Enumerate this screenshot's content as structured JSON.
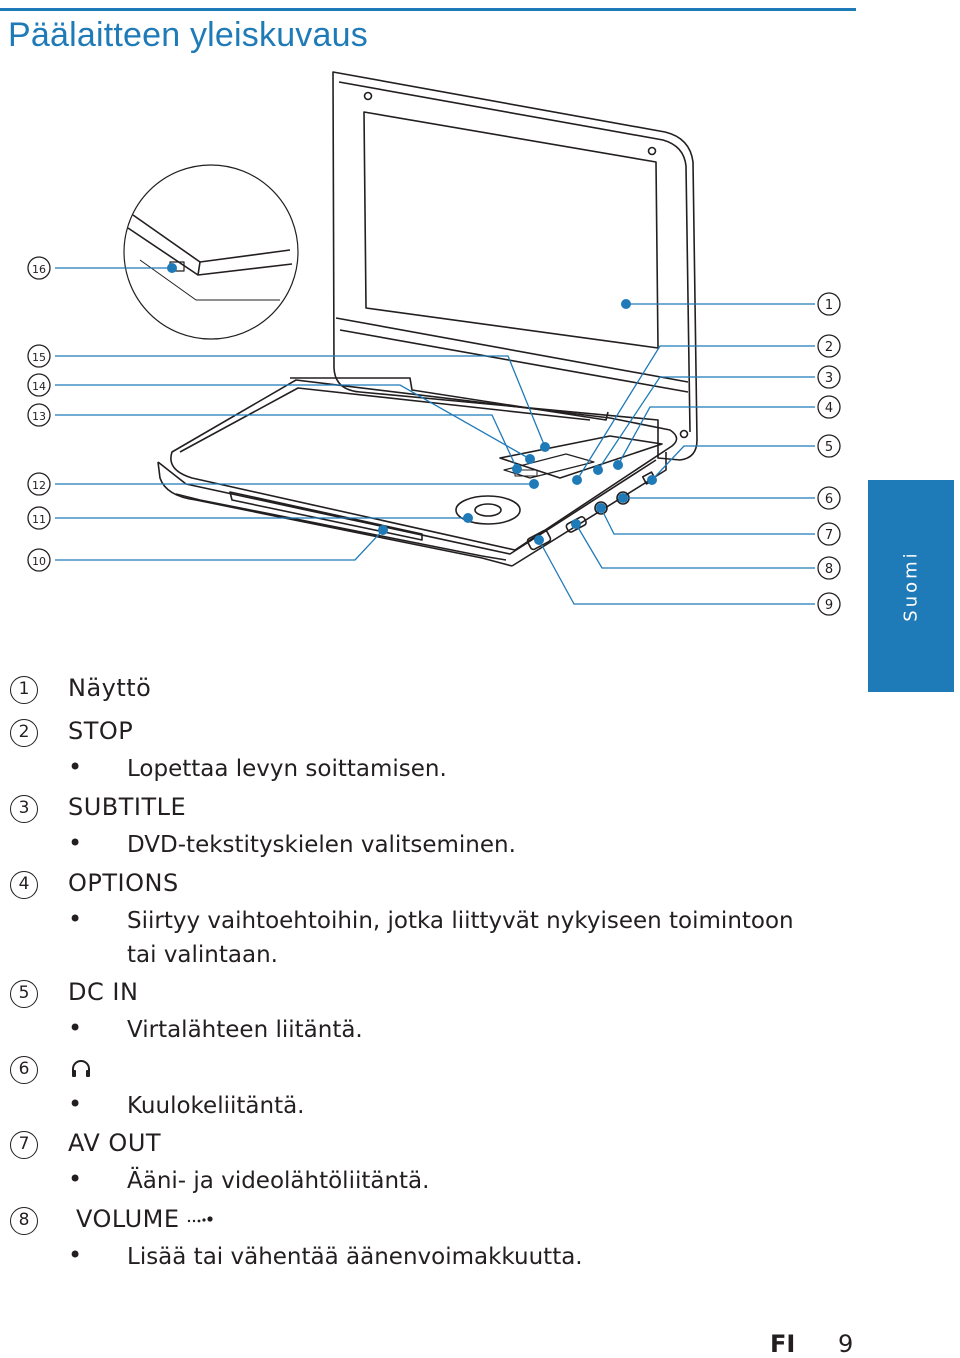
{
  "header": {
    "title": "Päälaitteen yleiskuvaus"
  },
  "side_tab": {
    "label": "Suomi"
  },
  "figure": {
    "callouts": [
      "1",
      "2",
      "3",
      "4",
      "5",
      "6",
      "7",
      "8",
      "9",
      "10",
      "11",
      "12",
      "13",
      "14",
      "15",
      "16"
    ]
  },
  "items": [
    {
      "number": "1",
      "label": "Näyttö",
      "desc": ""
    },
    {
      "number": "2",
      "label": "STOP",
      "desc": "Lopettaa levyn soittamisen."
    },
    {
      "number": "3",
      "label": "SUBTITLE",
      "desc": "DVD-tekstityskielen valitseminen."
    },
    {
      "number": "4",
      "label": "OPTIONS",
      "desc": "Siirtyy vaihtoehtoihin, jotka liittyvät nykyiseen toimintoon tai valintaan."
    },
    {
      "number": "5",
      "label": "DC IN",
      "desc": "Virtalähteen liitäntä."
    },
    {
      "number": "6",
      "label": "",
      "icon": "headphones-icon",
      "desc": "Kuulokeliitäntä."
    },
    {
      "number": "7",
      "label": "AV OUT",
      "desc": "Ääni- ja videolähtöliitäntä."
    },
    {
      "number": "8",
      "label": "VOLUME",
      "icon": "volume-dots-icon",
      "desc": "Lisää tai vähentää äänenvoimakkuutta."
    }
  ],
  "footer": {
    "lang": "FI",
    "page": "9"
  },
  "colors": {
    "accent": "#1f7ab8",
    "text": "#231f20"
  }
}
